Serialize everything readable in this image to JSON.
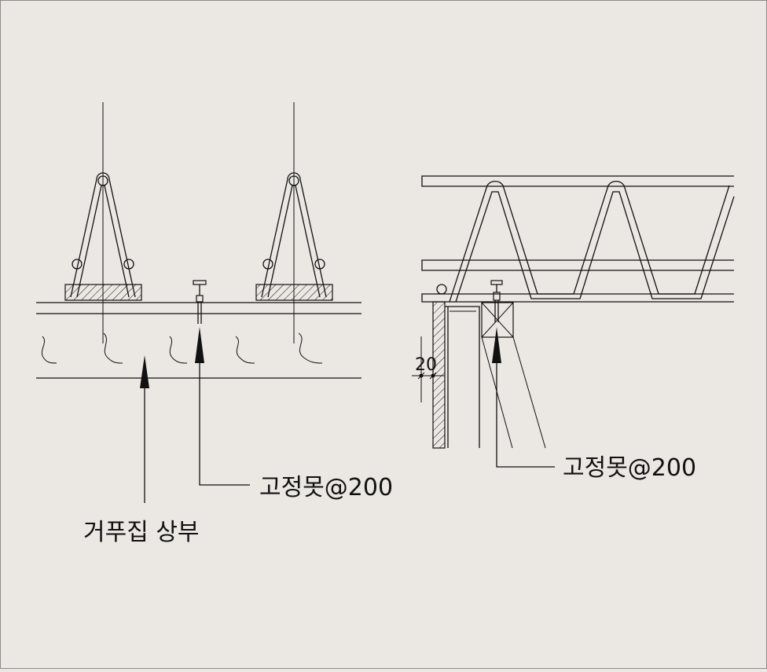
{
  "labels": {
    "nail_left": "고정못@200",
    "formwork_top": "거푸집 상부",
    "nail_right": "고정못@200",
    "dimension": "20"
  },
  "colors": {
    "background": "#ebe7e3",
    "line": "#111111"
  }
}
